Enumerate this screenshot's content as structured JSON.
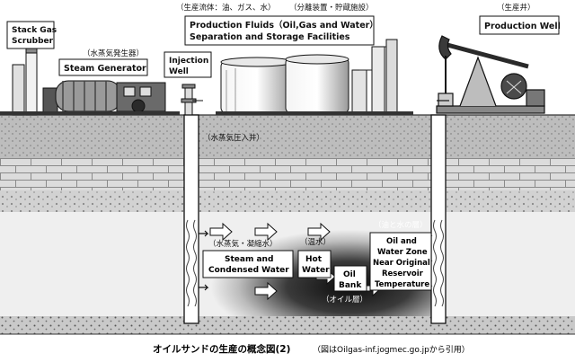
{
  "labels": {
    "stack_scrubber": [
      "Stack Gas",
      "Scrubber"
    ],
    "steam_generator_jp": "（水蒸気発生器）",
    "steam_generator": "Steam Generator",
    "injection_well": [
      "Injection",
      "Well"
    ],
    "production_fluids_jp": "（生産流体：油、ガス、水）",
    "separation_jp": "（分離装置・貯蔵施設）",
    "production_fluids": [
      "Production Fluids（Oil,Gas and Water）",
      "Separation and Storage Facilities"
    ],
    "production_well_jp": "（生産井）",
    "production_well": "Production Well",
    "steam_injection_jp": "（水蒸気圧入井）",
    "steam_condensate_jp": "（水蒸気・凝縮水）",
    "steam_condensed": [
      "Steam and",
      "Condensed Water"
    ],
    "hot_water_jp": "（温水）",
    "hot_water": [
      "Hot",
      "Water"
    ],
    "oil_bank": [
      "Oil",
      "Bank"
    ],
    "oil_layer_jp": "（オイル層）",
    "oil_water_layer_jp": "（油と水の層）",
    "oil_water_zone": [
      "Oil and",
      "Water Zone",
      "Near Original",
      "Reservoir",
      "Temperature"
    ]
  },
  "caption": {
    "main": "オイルサンドの生産の概念図(2)",
    "source": "（図はOilgas-inf.jogmec.go.jpから引用）"
  },
  "colors": {
    "sky": "#ffffff",
    "ground": "#b8b8b8",
    "brick": "#d8d8d8",
    "reservoir_light": "#eeeeee",
    "reservoir_dark": "#151515",
    "ink": "#111111"
  }
}
